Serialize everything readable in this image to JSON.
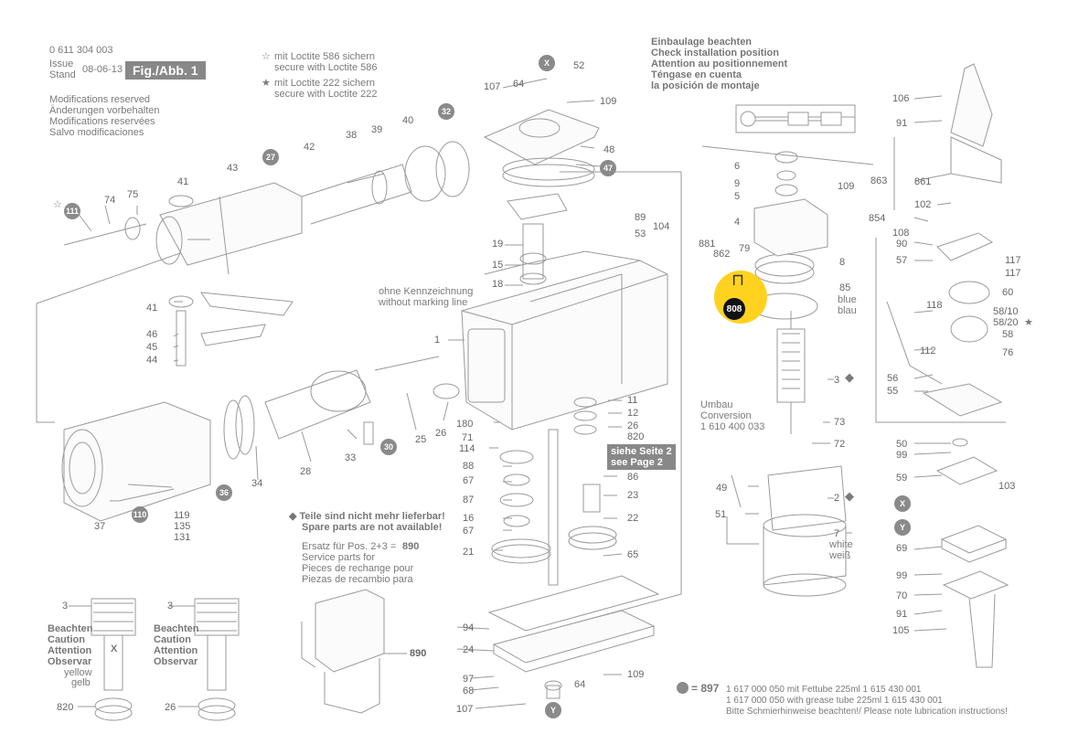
{
  "header": {
    "doc_number": "0 611 304 003",
    "issue_label": "Issue",
    "stand_label": "Stand",
    "date": "08-06-13",
    "fig_label": "Fig./Abb. 1",
    "modifications": [
      "Modifications reserved",
      "Änderungen vorbehalten",
      "Modifications reservées",
      "Salvo modificaciones"
    ]
  },
  "loctite": {
    "l586_de": "mit Loctite 586 sichern",
    "l586_en": "secure with Loctite 586",
    "l222_de": "mit Loctite 222 sichern",
    "l222_en": "secure with Loctite 222"
  },
  "install_note": [
    "Einbaulage beachten",
    "Check installation position",
    "Attention au positionnement",
    "Téngase en cuenta",
    "la posición de montaje"
  ],
  "marking_note": [
    "ohne Kennzeichnung",
    "without marking line"
  ],
  "see_page": [
    "siehe Seite 2",
    "see Page 2"
  ],
  "conversion": [
    "Umbau",
    "Conversion",
    "1 610 400 033"
  ],
  "colors": {
    "blue": [
      "blue",
      "blau"
    ],
    "white": [
      "white",
      "weiß"
    ],
    "yellow": [
      "yellow",
      "gelb"
    ]
  },
  "highlight": {
    "part": "808",
    "color": "#ffd21f"
  },
  "spare_note": [
    "Teile sind nicht mehr lieferbar!",
    "Spare parts are not available!"
  ],
  "replacement": {
    "line1": "Ersatz für Pos. 2+3 =",
    "part": "890",
    "lines": [
      "Service parts for",
      "Pieces de rechange pour",
      "Piezas de recambio para"
    ]
  },
  "caution": [
    "Beachten",
    "Caution",
    "Attention",
    "Observar"
  ],
  "caution_x": "X",
  "grease": {
    "symbol": "= 897",
    "line1": "1 617 000 050 mit Fettube 225ml 1 615 430 001",
    "line2": "1 617 000 050 with grease tube 225ml 1 615 430 001",
    "line3": "Bitte Schmierhinweise beachten!/ Please note lubrication instructions!"
  },
  "circled_parts": [
    "111",
    "27",
    "32",
    "47",
    "X",
    "30",
    "36",
    "110",
    "Y"
  ],
  "parts": [
    "107",
    "64",
    "52",
    "109",
    "48",
    "19",
    "15",
    "18",
    "89",
    "53",
    "104",
    "881",
    "862",
    "79",
    "8",
    "85",
    "6",
    "9",
    "5",
    "4",
    "109",
    "106",
    "91",
    "863",
    "861",
    "102",
    "854",
    "108",
    "90",
    "57",
    "117",
    "117",
    "60",
    "118",
    "58/10",
    "58/20",
    "58",
    "112",
    "76",
    "56",
    "55",
    "43",
    "42",
    "38",
    "39",
    "40",
    "41",
    "74",
    "75",
    "41",
    "46",
    "45",
    "44",
    "1",
    "11",
    "12",
    "26",
    "820",
    "180",
    "71",
    "114",
    "88",
    "67",
    "87",
    "16",
    "67",
    "21",
    "86",
    "23",
    "22",
    "65",
    "3",
    "73",
    "72",
    "49",
    "2",
    "51",
    "7",
    "50",
    "99",
    "59",
    "103",
    "69",
    "99",
    "70",
    "91",
    "105",
    "37",
    "119",
    "135",
    "131",
    "34",
    "28",
    "33",
    "25",
    "26",
    "94",
    "24",
    "97",
    "68",
    "107",
    "64",
    "109",
    "3",
    "3",
    "820",
    "26"
  ]
}
